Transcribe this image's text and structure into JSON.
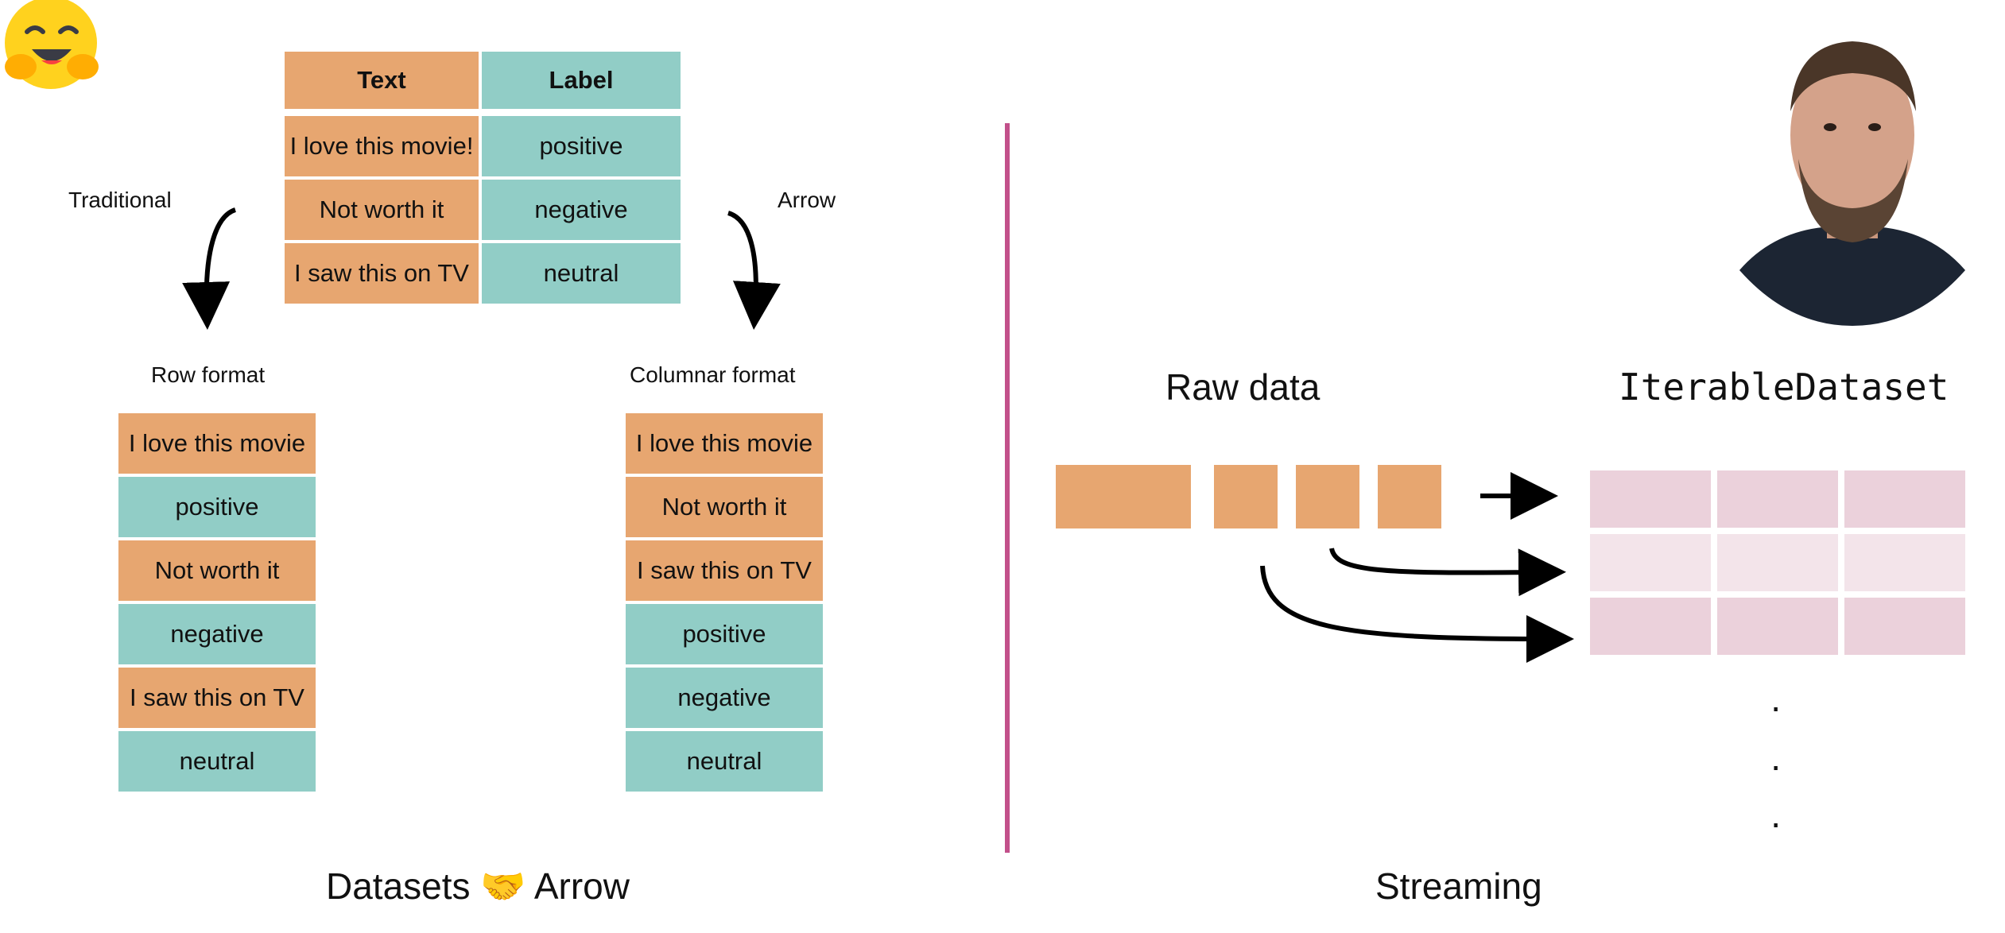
{
  "source_table": {
    "headers": [
      "Text",
      "Label"
    ],
    "rows": [
      [
        "I love this movie!",
        "positive"
      ],
      [
        "Not worth it",
        "negative"
      ],
      [
        "I saw this on TV",
        "neutral"
      ]
    ]
  },
  "left_arrow_label": "Traditional",
  "right_arrow_label": "Arrow",
  "row_format": {
    "title": "Row format",
    "cells": [
      "I love this movie",
      "positive",
      "Not worth it",
      "negative",
      "I saw this on TV",
      "neutral"
    ]
  },
  "columnar_format": {
    "title": "Columnar format",
    "cells": [
      "I love this movie",
      "Not worth it",
      "I saw this on TV",
      "positive",
      "negative",
      "neutral"
    ]
  },
  "left_caption": "Datasets 🤝 Arrow",
  "streaming": {
    "raw_label": "Raw data",
    "dataset_label": "IterableDataset",
    "caption": "Streaming",
    "ellipsis": [
      "·",
      "·",
      "·"
    ]
  },
  "colors": {
    "text_cell": "#e7a670",
    "label_cell": "#91cdc6",
    "divider": "#c2508a",
    "grid_row_1": "#ebd1db",
    "grid_row_2": "#f3e4ea",
    "grid_row_3": "#ebd1db"
  },
  "icons": [
    "hugging-face-logo",
    "presenter-portrait"
  ]
}
